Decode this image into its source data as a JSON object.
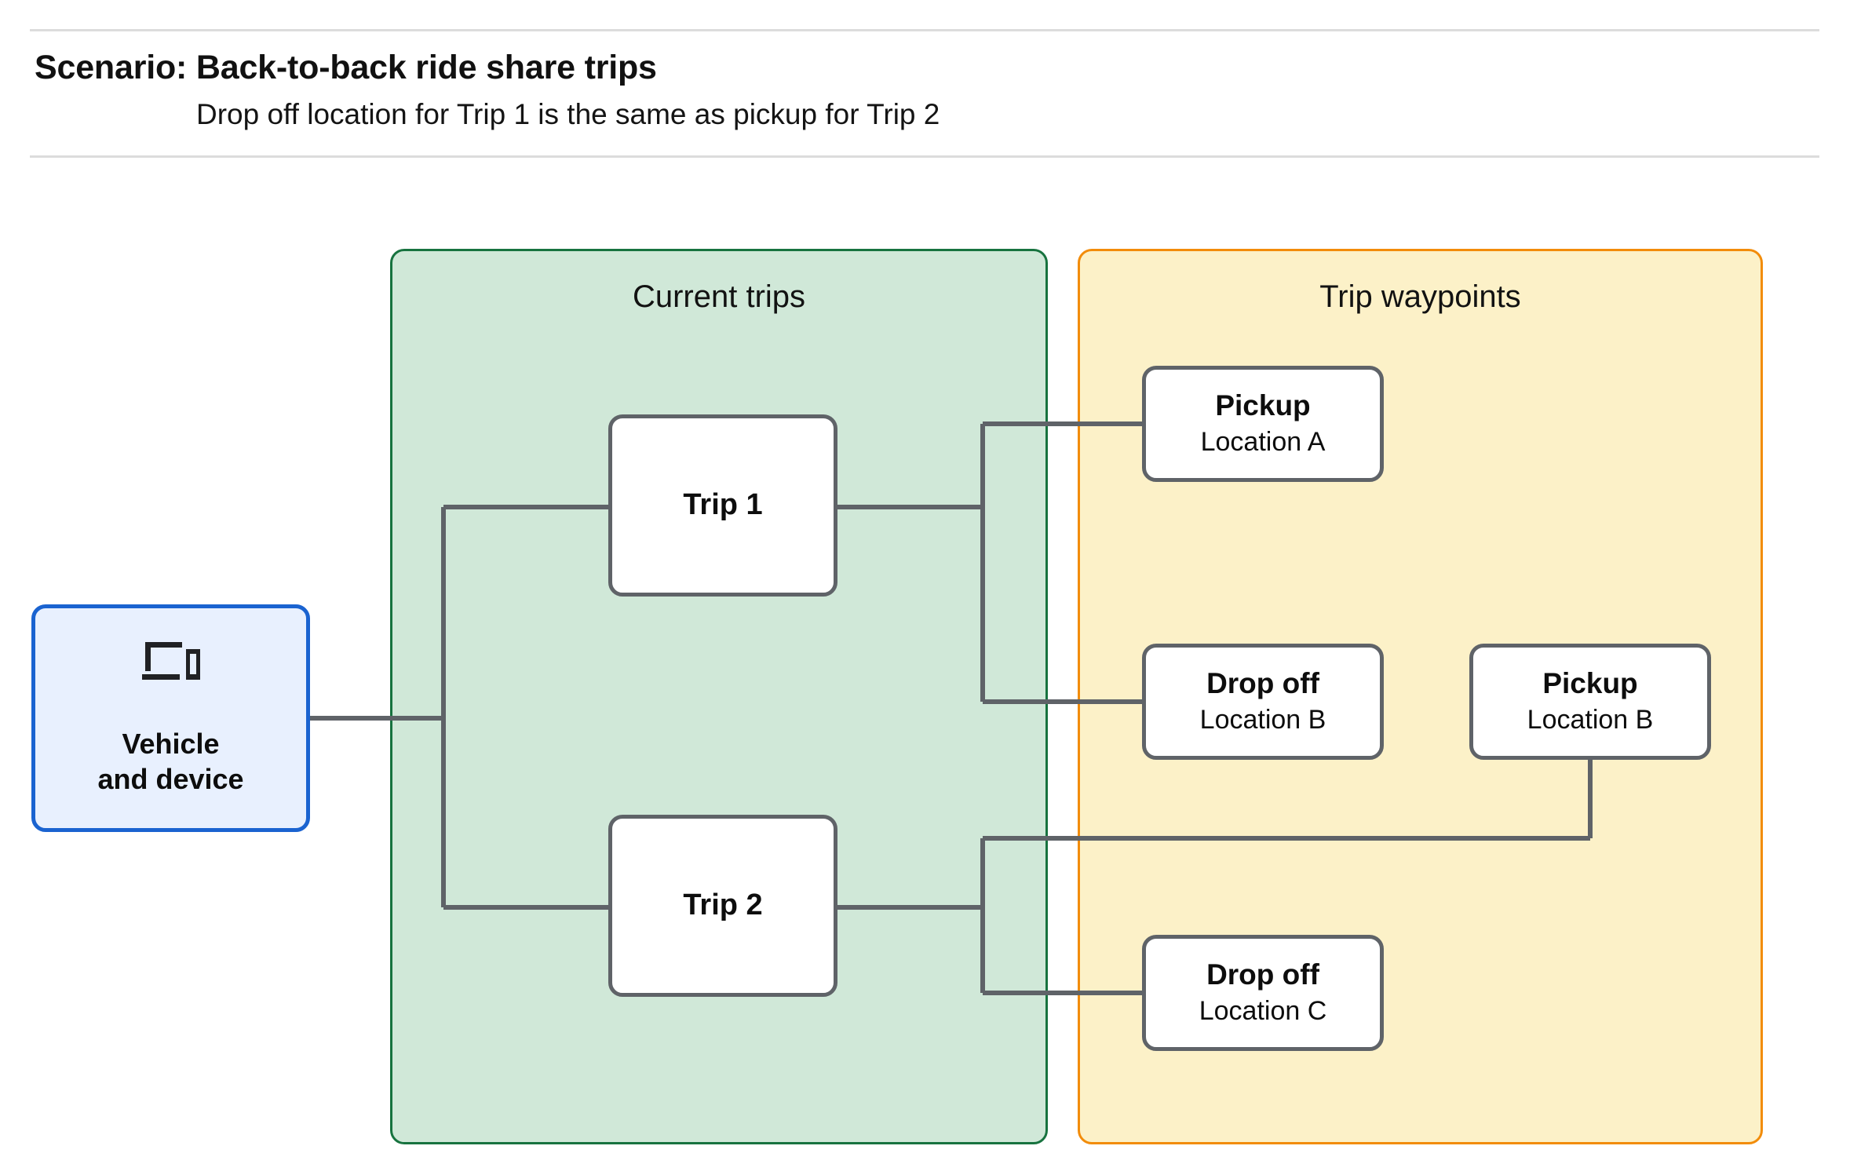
{
  "header": {
    "scenario_title": "Scenario: Back-to-back ride share trips",
    "scenario_subtitle": "Drop off  location for Trip 1 is the same as pickup for Trip 2"
  },
  "colors": {
    "current_trips_fill": "#d0e8d8",
    "current_trips_border": "#17733f",
    "trip_waypoints_fill": "#fcf1c8",
    "trip_waypoints_border": "#f28c0a",
    "vehicle_fill": "#e8f0fe",
    "vehicle_border": "#1a63d0",
    "node_border": "#5f6368",
    "node_fill": "#ffffff",
    "connector": "#5f6368",
    "rule": "#dcdcdc"
  },
  "vehicle": {
    "icon": "devices-icon",
    "label": "Vehicle\nand device"
  },
  "groups": {
    "current_trips": {
      "title": "Current trips",
      "nodes": [
        {
          "id": "trip-1",
          "label": "Trip 1"
        },
        {
          "id": "trip-2",
          "label": "Trip 2"
        }
      ]
    },
    "trip_waypoints": {
      "title": "Trip waypoints",
      "nodes": [
        {
          "id": "pickup-a",
          "title": "Pickup",
          "location": "Location A"
        },
        {
          "id": "dropoff-b",
          "title": "Drop off",
          "location": "Location B"
        },
        {
          "id": "pickup-b",
          "title": "Pickup",
          "location": "Location B"
        },
        {
          "id": "dropoff-c",
          "title": "Drop off",
          "location": "Location C"
        }
      ]
    }
  },
  "connections": [
    {
      "from": "vehicle",
      "to": "trip-1"
    },
    {
      "from": "vehicle",
      "to": "trip-2"
    },
    {
      "from": "trip-1",
      "to": "pickup-a"
    },
    {
      "from": "trip-1",
      "to": "dropoff-b"
    },
    {
      "from": "trip-2",
      "to": "pickup-b"
    },
    {
      "from": "trip-2",
      "to": "dropoff-c"
    }
  ]
}
